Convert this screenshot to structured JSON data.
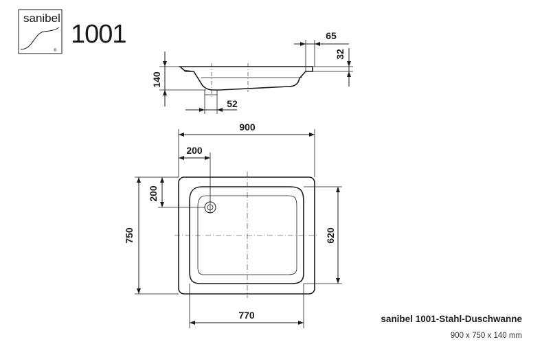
{
  "brand": {
    "logo_text": "sanibel",
    "registered_mark": "®",
    "model_number": "1001"
  },
  "side_view": {
    "rim_width": "65",
    "rim_height": "32",
    "total_height": "140",
    "drain_diameter": "52"
  },
  "top_view": {
    "outer_width": "900",
    "drain_offset_x": "200",
    "drain_offset_y": "200",
    "outer_depth": "750",
    "inner_depth": "620",
    "inner_width": "770"
  },
  "caption": {
    "title": "sanibel 1001-Stahl-Duschwanne",
    "dimensions": "900 x 750 x 140 mm"
  }
}
